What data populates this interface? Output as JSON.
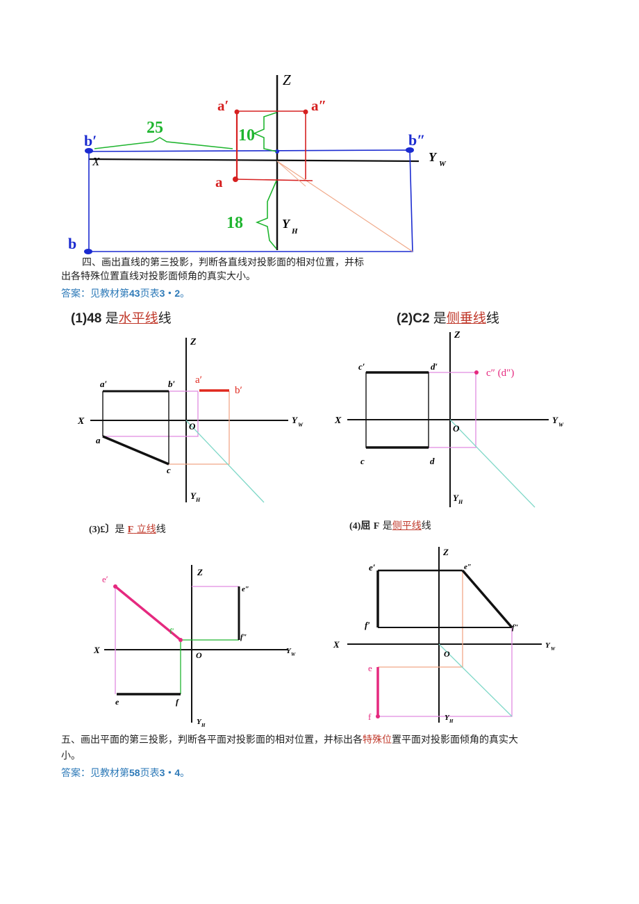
{
  "top_figure": {
    "labels": {
      "z": "Z",
      "x": "X",
      "yw": "Y",
      "yw_sub": "W",
      "yh": "Y",
      "yh_sub": "H",
      "a_front": "a′",
      "a_side": "a″",
      "a_top": "a",
      "b_front": "b′",
      "b_side": "b″",
      "b_top": "b",
      "dim_25": "25",
      "dim_10": "10",
      "dim_18": "18"
    }
  },
  "section4": {
    "line1": "四、画出直线的第三投影，判断各直线对投影面的相对位置，并标",
    "line2": "出各特殊位置直线对投影面倾角的真实大小。",
    "answer_prefix": "答案：见教材第",
    "answer_page": "43",
    "answer_mid": "页表",
    "answer_table": "3・2",
    "answer_end": "。"
  },
  "q1": {
    "num": "(1)48",
    "is": "是",
    "type": "水平线",
    "tail": "线"
  },
  "q2": {
    "num": "(2)C2",
    "is": "是",
    "type": "侧垂线",
    "tail": "线"
  },
  "q3": {
    "num": "(3)£〕",
    "is": "是",
    "type_red": "F",
    "type": "立线",
    "tail": "线"
  },
  "q4": {
    "num": "(4)屈",
    "letter": "F",
    "is": "是",
    "type": "侧平线",
    "tail": "线"
  },
  "fig1": {
    "labels": {
      "z": "Z",
      "x": "X",
      "yw": "Y",
      "yw_sub": "W",
      "yh": "Y",
      "yh_sub": "H",
      "o": "O",
      "a1": "a′",
      "b1": "b′",
      "a2": "a′",
      "b2": "b′",
      "a": "a",
      "c": "c"
    }
  },
  "fig2": {
    "labels": {
      "z": "Z",
      "x": "X",
      "yw": "Y",
      "yw_sub": "W",
      "yh": "Y",
      "yh_sub": "H",
      "o": "O",
      "c1": "c′",
      "d1": "d′",
      "cd2": "c″ (d″)",
      "c": "c",
      "d": "d"
    }
  },
  "fig3": {
    "labels": {
      "z": "Z",
      "x": "X",
      "yw": "Y",
      "yw_sub": "W",
      "yh": "Y",
      "yh_sub": "H",
      "o": "O",
      "e1": "e′",
      "f1": "f′",
      "e2": "e″",
      "f2": "f″",
      "e": "e",
      "f": "f"
    }
  },
  "fig4": {
    "labels": {
      "z": "Z",
      "x": "X",
      "yw": "Y",
      "yw_sub": "W",
      "yh": "Y",
      "yh_sub": "H",
      "o": "O",
      "e1": "e′",
      "f1": "f′",
      "e2": "e″",
      "f2": "f″",
      "e": "e",
      "f": "f"
    }
  },
  "section5": {
    "line1_a": "五、画出平面的第三投影，判断各平面对投影面的相对位置，并标出各",
    "line1_red": "特殊位",
    "line1_b": "置平面对投影面倾角的真实大",
    "line2": "小。",
    "answer_prefix": "答案：见教材第",
    "answer_page": "58",
    "answer_mid": "页表",
    "answer_table": "3・4",
    "answer_end": "。"
  },
  "colors": {
    "red": "#e0281e",
    "blue": "#1b2bd0",
    "green": "#1fb52f",
    "pink": "#e5297f",
    "magenta": "#e08ae0",
    "salmon": "#f0a888",
    "teal": "#7fd8c8"
  }
}
